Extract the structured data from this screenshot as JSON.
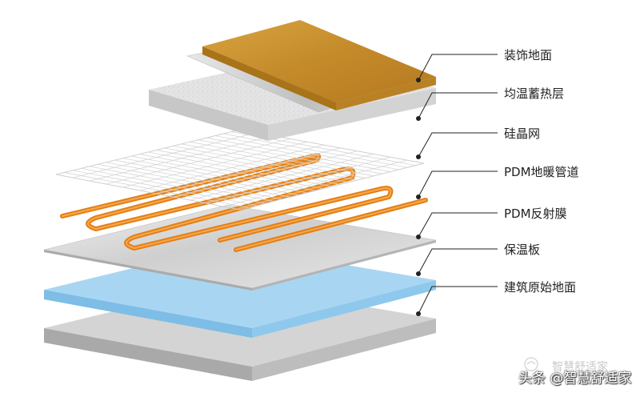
{
  "layers": [
    {
      "id": "decor-floor",
      "label": "装饰地面"
    },
    {
      "id": "heat-storage",
      "label": "均温蓄热层"
    },
    {
      "id": "silicon-mesh",
      "label": "硅晶网"
    },
    {
      "id": "pdm-pipe",
      "label": "PDM地暖管道"
    },
    {
      "id": "pdm-film",
      "label": "PDM反射膜"
    },
    {
      "id": "insulation",
      "label": "保温板"
    },
    {
      "id": "base-floor",
      "label": "建筑原始地面"
    }
  ],
  "watermark": {
    "faint_text": "智慧舒适家",
    "main_text": "头条 @智慧舒适家"
  },
  "colors": {
    "wood": "#c9902e",
    "pipe": "#ef8a1e",
    "insulation": "#9fd0ef",
    "film": "#cfcfcf",
    "base": "#bdbdbd"
  }
}
